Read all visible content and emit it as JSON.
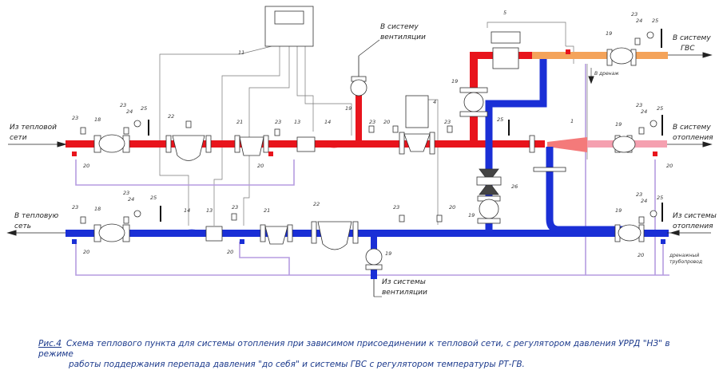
{
  "labels": {
    "from_network_line1": "Из тепловой",
    "from_network_line2": "сети",
    "to_network_line1": "В тепловую",
    "to_network_line2": "сеть",
    "to_vent_line1": "В систему",
    "to_vent_line2": "вентиляции",
    "from_vent_line1": "Из системы",
    "from_vent_line2": "вентиляции",
    "to_dhw_line1": "В систему",
    "to_dhw_line2": "ГВС",
    "to_heating_line1": "В систему",
    "to_heating_line2": "отопления",
    "from_heating_line1": "Из системы",
    "from_heating_line2": "отопления",
    "to_drain": "В дренаж",
    "drain_line1": "дренажный",
    "drain_line2": "трубопровод"
  },
  "numbers": {
    "n1": "1",
    "n4": "4",
    "n5": "5",
    "n11": "11",
    "n13": "13",
    "n14": "14",
    "n18": "18",
    "n19": "19",
    "n20": "20",
    "n21": "21",
    "n22": "22",
    "n23": "23",
    "n24": "24",
    "n25": "25",
    "n26": "26"
  },
  "caption": {
    "fig": "Рис.4",
    "text_line1": "Схема теплового пункта для системы отопления при зависимом присоединении к тепловой сети, с регулятором давления УРРД \"НЗ\" в режиме",
    "text_line2": "работы поддержания перепада давления \"до себя\" и системы ГВС с регулятором температуры РТ-ГВ."
  },
  "colors": {
    "supply": "#e8141c",
    "return": "#1a2fd6",
    "dhw": "#f4a35a",
    "heating_supply": "#f5a0b0",
    "impulse": "#b59ce0",
    "control": "#777777"
  }
}
